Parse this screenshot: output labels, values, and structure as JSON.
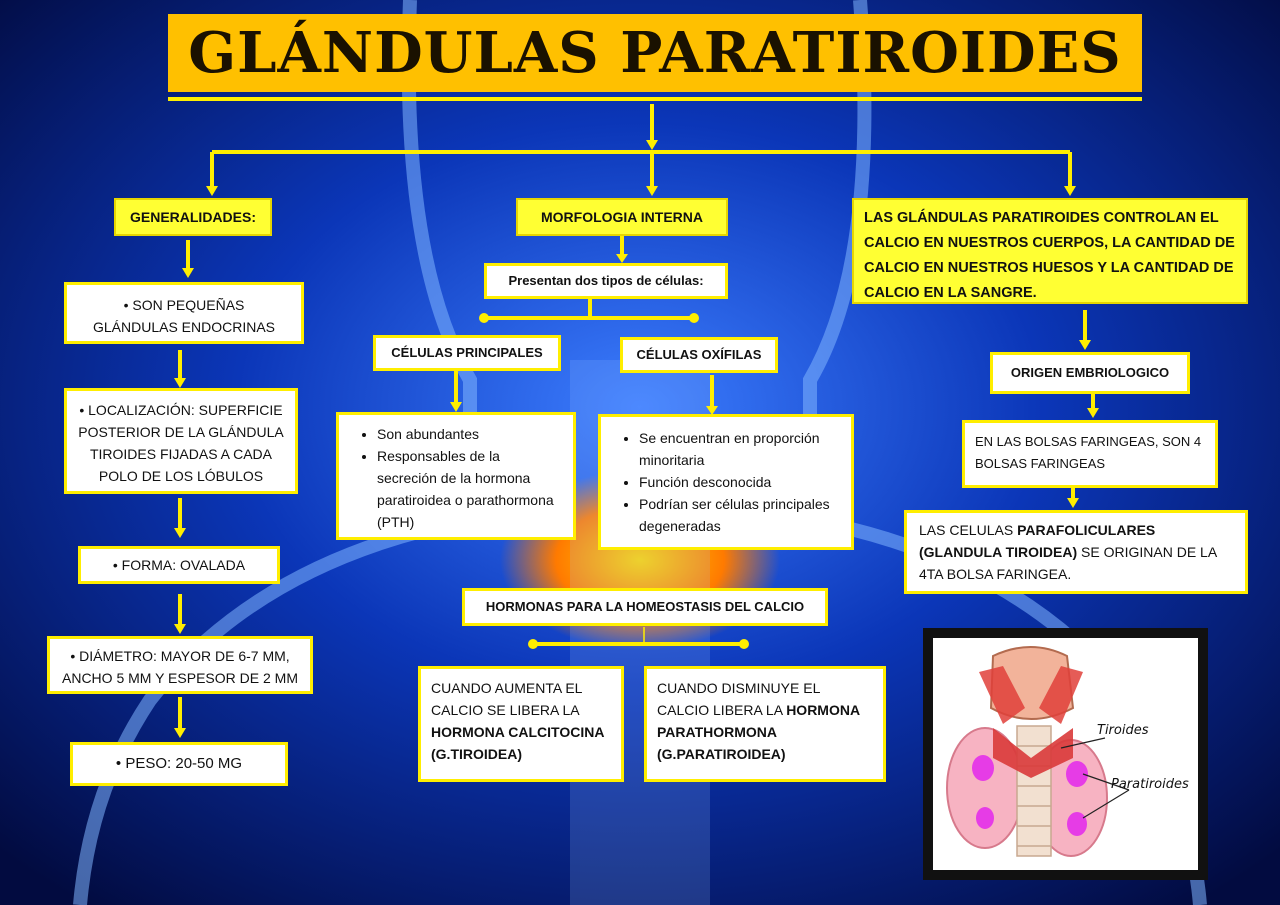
{
  "title": "GLÁNDULAS PARATIROIDES",
  "left": {
    "header": "GENERALIDADES:",
    "items": [
      "• SON PEQUEÑAS GLÁNDULAS ENDOCRINAS",
      "• LOCALIZACIÓN: SUPERFICIE POSTERIOR DE LA GLÁNDULA TIROIDES FIJADAS A CADA POLO DE LOS LÓBULOS",
      "• FORMA: OVALADA",
      "• DIÁMETRO: MAYOR DE 6-7 MM, ANCHO 5 MM Y ESPESOR DE 2 MM",
      "• PESO: 20-50 MG"
    ]
  },
  "middle": {
    "header": "MORFOLOGIA INTERNA",
    "sub": "Presentan dos tipos de células:",
    "principales": {
      "header": "CÉLULAS PRINCIPALES",
      "items": [
        "Son abundantes",
        "Responsables de la secreción de la hormona paratiroidea o parathormona (PTH)"
      ]
    },
    "oxifilas": {
      "header": "CÉLULAS OXÍFILAS",
      "items": [
        "Se encuentran en proporción minoritaria",
        "Función desconocida",
        "Podrían ser células principales degeneradas"
      ]
    },
    "hormonas": {
      "header": "HORMONAS PARA LA HOMEOSTASIS DEL CALCIO",
      "aumenta_text": "CUANDO AUMENTA EL CALCIO SE LIBERA LA",
      "aumenta_bold": "HORMONA CALCITOCINA (G.TIROIDEA)",
      "disminuye_text": "CUANDO DISMINUYE EL CALCIO LIBERA LA",
      "disminuye_bold": "HORMONA PARATHORMONA (G.PARATIROIDEA)"
    }
  },
  "right": {
    "header": "LAS GLÁNDULAS PARATIROIDES CONTROLAN EL CALCIO EN NUESTROS CUERPOS, LA CANTIDAD DE CALCIO EN NUESTROS HUESOS Y LA CANTIDAD DE CALCIO EN LA SANGRE.",
    "origen": "ORIGEN EMBRIOLOGICO",
    "bolsas": "EN LAS BOLSAS FARINGEAS, SON 4 BOLSAS FARINGEAS",
    "celulas_pre": "LAS CELULAS",
    "celulas_bold": "PARAFOLICULARES (GLANDULA TIROIDEA)",
    "celulas_post": "SE ORIGINAN DE LA 4TA BOLSA FARINGEA."
  },
  "illustration": {
    "label_tiroides": "Tiroides",
    "label_paratiroides": "Paratiroides"
  },
  "colors": {
    "background": "#0a2a8a",
    "accent_yellow": "#ffee00",
    "title_orange": "#ffc000",
    "glow_orange": "#ff8c00"
  }
}
